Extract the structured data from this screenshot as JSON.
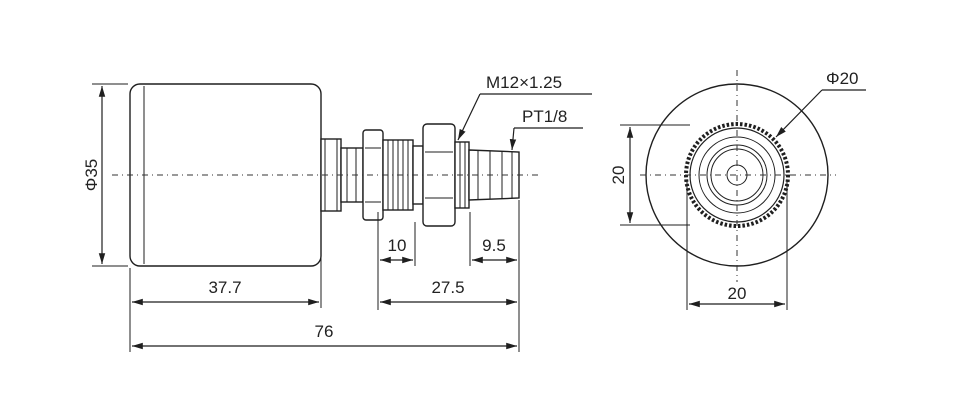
{
  "drawing": {
    "side_view": {
      "dims": {
        "body_diameter": "Φ35",
        "body_length": "37.7",
        "nut_width": "10",
        "nozzle_length": "9.5",
        "fitting_length": "27.5",
        "overall_length": "76",
        "thread_label": "M12×1.25",
        "pipe_thread_label": "PT1/8"
      }
    },
    "end_view": {
      "dims": {
        "bore_diameter": "Φ20",
        "height": "20",
        "width": "20"
      }
    }
  }
}
